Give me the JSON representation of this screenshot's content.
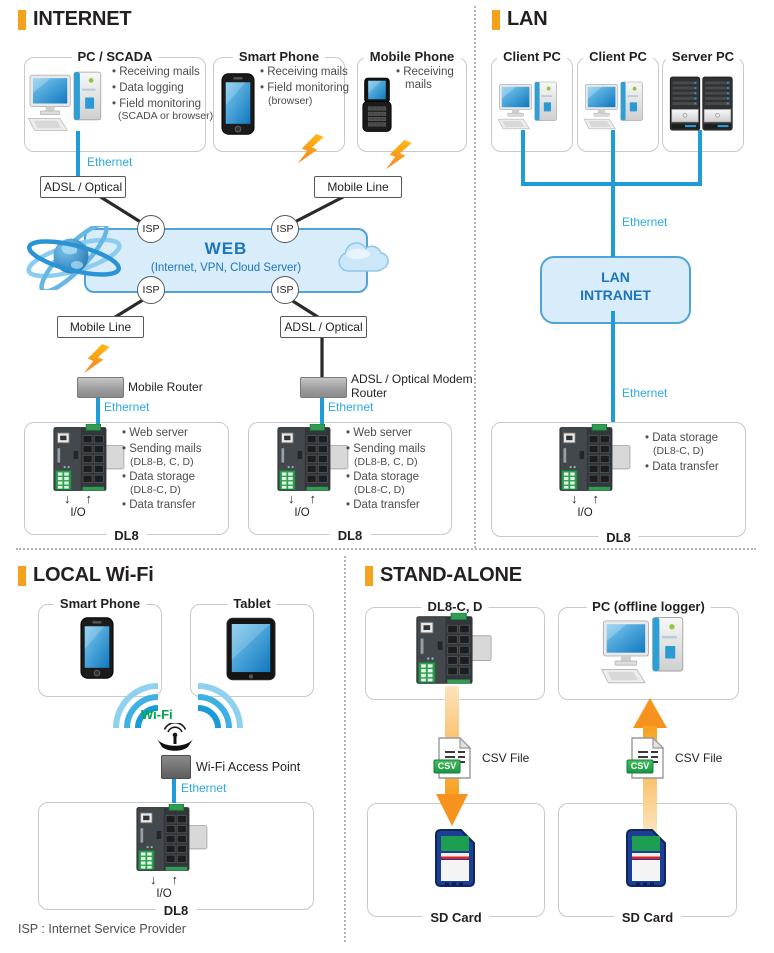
{
  "colors": {
    "accent_orange": "#F5A11E",
    "cyan_line": "#1E9CD8",
    "cyan_text": "#29ABE2",
    "blue_text": "#1B75BC",
    "panel_fill": "#D9ECF9",
    "panel_border": "#4FA3D8",
    "wifi_green": "#00A551",
    "line_black": "#2B2A29",
    "bolt_orange": "#F58220",
    "arrow_orange": "#F6921E"
  },
  "common": {
    "ethernet": "Ethernet",
    "isp": "ISP",
    "dl8": "DL8",
    "io": "I/O",
    "mobile_line": "Mobile Line",
    "adsl_optical": "ADSL / Optical"
  },
  "internet": {
    "title": "INTERNET",
    "pc_scada": {
      "label": "PC / SCADA",
      "b1": "Receiving mails",
      "b2": "Data logging",
      "b3": "Field monitoring",
      "b3s": "(SCADA or browser)"
    },
    "smart_phone": {
      "label": "Smart Phone",
      "b1": "Receiving mails",
      "b2": "Field monitoring",
      "b2s": "(browser)"
    },
    "mobile_phone": {
      "label": "Mobile Phone",
      "b1": "Receiving mails"
    },
    "web": {
      "title": "WEB",
      "subtitle": "(Internet, VPN, Cloud Server)"
    },
    "mobile_router": "Mobile Router",
    "adsl_modem1": "ADSL / Optical Modem",
    "adsl_modem2": "Router",
    "dl8": {
      "b1": "Web server",
      "b2": "Sending mails",
      "b2s": "(DL8-B, C, D)",
      "b3": "Data storage",
      "b3s": "(DL8-C, D)",
      "b4": "Data transfer"
    }
  },
  "lan": {
    "title": "LAN",
    "client_pc": "Client PC",
    "server_pc": "Server PC",
    "intranet1": "LAN",
    "intranet2": "INTRANET",
    "dl8": {
      "b1": "Data storage",
      "b1s": "(DL8-C, D)",
      "b2": "Data transfer"
    }
  },
  "local_wifi": {
    "title": "LOCAL Wi-Fi",
    "smart_phone": "Smart Phone",
    "tablet": "Tablet",
    "wifi": "Wi-Fi",
    "access_point": "Wi-Fi Access Point",
    "footnote": "ISP : Internet Service Provider"
  },
  "standalone": {
    "title": "STAND-ALONE",
    "dl8cd": "DL8-C, D",
    "pc_offline": "PC (offline logger)",
    "csv_file": "CSV File",
    "csv_badge": "CSV",
    "sd_card": "SD Card"
  }
}
